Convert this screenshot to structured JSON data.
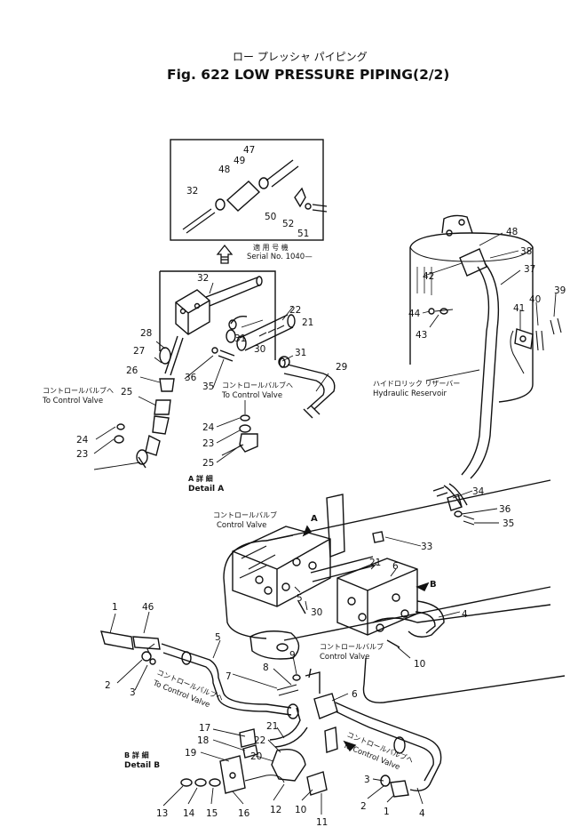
{
  "header": {
    "title_jp": "ロー プレッシャ パイピング",
    "title_en": "Fig. 622 LOW PRESSURE PIPING(2/2)"
  },
  "notes": {
    "serial_jp": "適 用 号 機",
    "serial_en": "Serial No. 1040—",
    "to_control_valve_jp": "コントロールバルブへ",
    "to_control_valve_en": "To Control Valve",
    "control_valve_jp": "コントロールバルブ",
    "control_valve_en": "Control Valve",
    "hydraulic_reservoir_jp": "ハイドロリック リザーバー",
    "hydraulic_reservoir_en": "Hydraulic Reservoir",
    "detail_a_jp": "A 詳 細",
    "detail_a_en": "Detail A",
    "detail_b_jp": "B 詳 細",
    "detail_b_en": "Detail B",
    "view_a": "A",
    "view_b": "B"
  },
  "callouts": {
    "inset": [
      "47",
      "49",
      "48",
      "32",
      "50",
      "52",
      "51"
    ],
    "detail_a": [
      "32",
      "22",
      "21",
      "28",
      "31",
      "30",
      "31",
      "27",
      "36",
      "35",
      "26",
      "29",
      "25",
      "24",
      "23",
      "25",
      "24",
      "23"
    ],
    "reservoir": [
      "48",
      "38",
      "37",
      "40",
      "39",
      "41",
      "42",
      "44",
      "43",
      "34",
      "36",
      "35",
      "33"
    ],
    "main": [
      "21",
      "6",
      "4",
      "5",
      "30",
      "10",
      "1",
      "46",
      "5",
      "2",
      "3",
      "9",
      "8",
      "7",
      "6",
      "17",
      "21",
      "18",
      "22",
      "19",
      "20",
      "13",
      "14",
      "15",
      "16",
      "12",
      "10",
      "11",
      "3",
      "2",
      "1",
      "4"
    ]
  }
}
